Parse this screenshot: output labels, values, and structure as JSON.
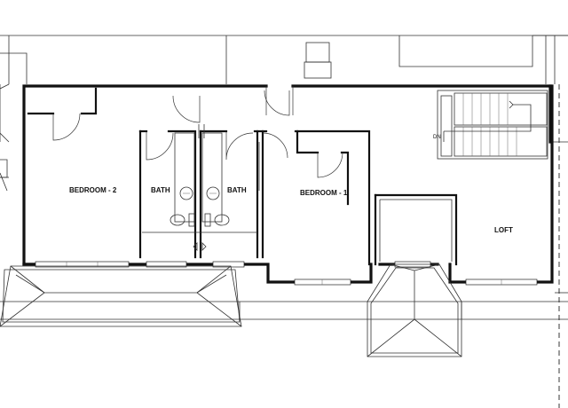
{
  "rooms": {
    "bedroom_2": "BEDROOM - 2",
    "bath_left": "BATH",
    "bath_right": "BATH",
    "bedroom_1": "BEDROOM - 1",
    "loft": "LOFT"
  },
  "stair": {
    "direction_label": "DN"
  }
}
